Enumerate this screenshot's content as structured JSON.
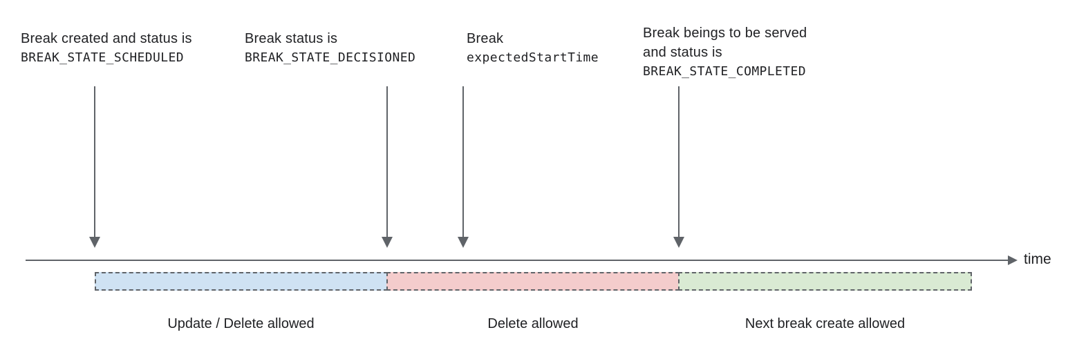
{
  "diagram": {
    "axis_label": "time",
    "annotations": [
      {
        "text": "Break created and status is",
        "code": "BREAK_STATE_SCHEDULED"
      },
      {
        "text": "Break status is",
        "code": "BREAK_STATE_DECISIONED"
      },
      {
        "text": "Break",
        "code": "expectedStartTime"
      },
      {
        "text": "Break beings to be served\nand status is",
        "code": "BREAK_STATE_COMPLETED"
      }
    ],
    "segments": [
      {
        "label": "Update / Delete allowed",
        "color": "#cfe2f3"
      },
      {
        "label": "Delete allowed",
        "color": "#f4cccc"
      },
      {
        "label": "Next break create allowed",
        "color": "#d9ead3"
      }
    ],
    "colors": {
      "axis_and_arrows": "#5f6368",
      "segment_border": "#5f6368",
      "text": "#202124"
    }
  }
}
